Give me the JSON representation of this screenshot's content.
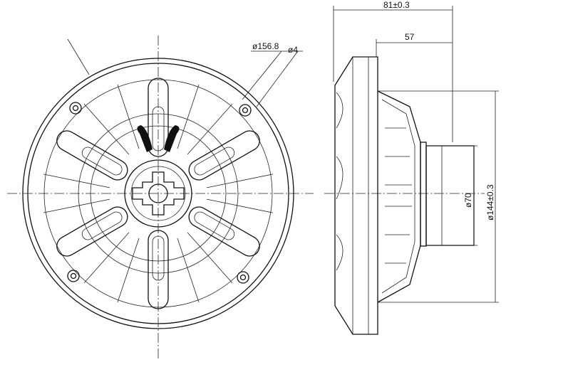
{
  "drawing": {
    "dimensions": {
      "overall_depth": "81±0.3",
      "mount_depth": "57",
      "outer_diameter": "ø156.8",
      "hole_diameter": "ø4",
      "magnet_diameter": "ø70",
      "frame_diameter": "ø144±0.3"
    },
    "colors": {
      "line": "#111111",
      "background": "#ffffff"
    }
  }
}
